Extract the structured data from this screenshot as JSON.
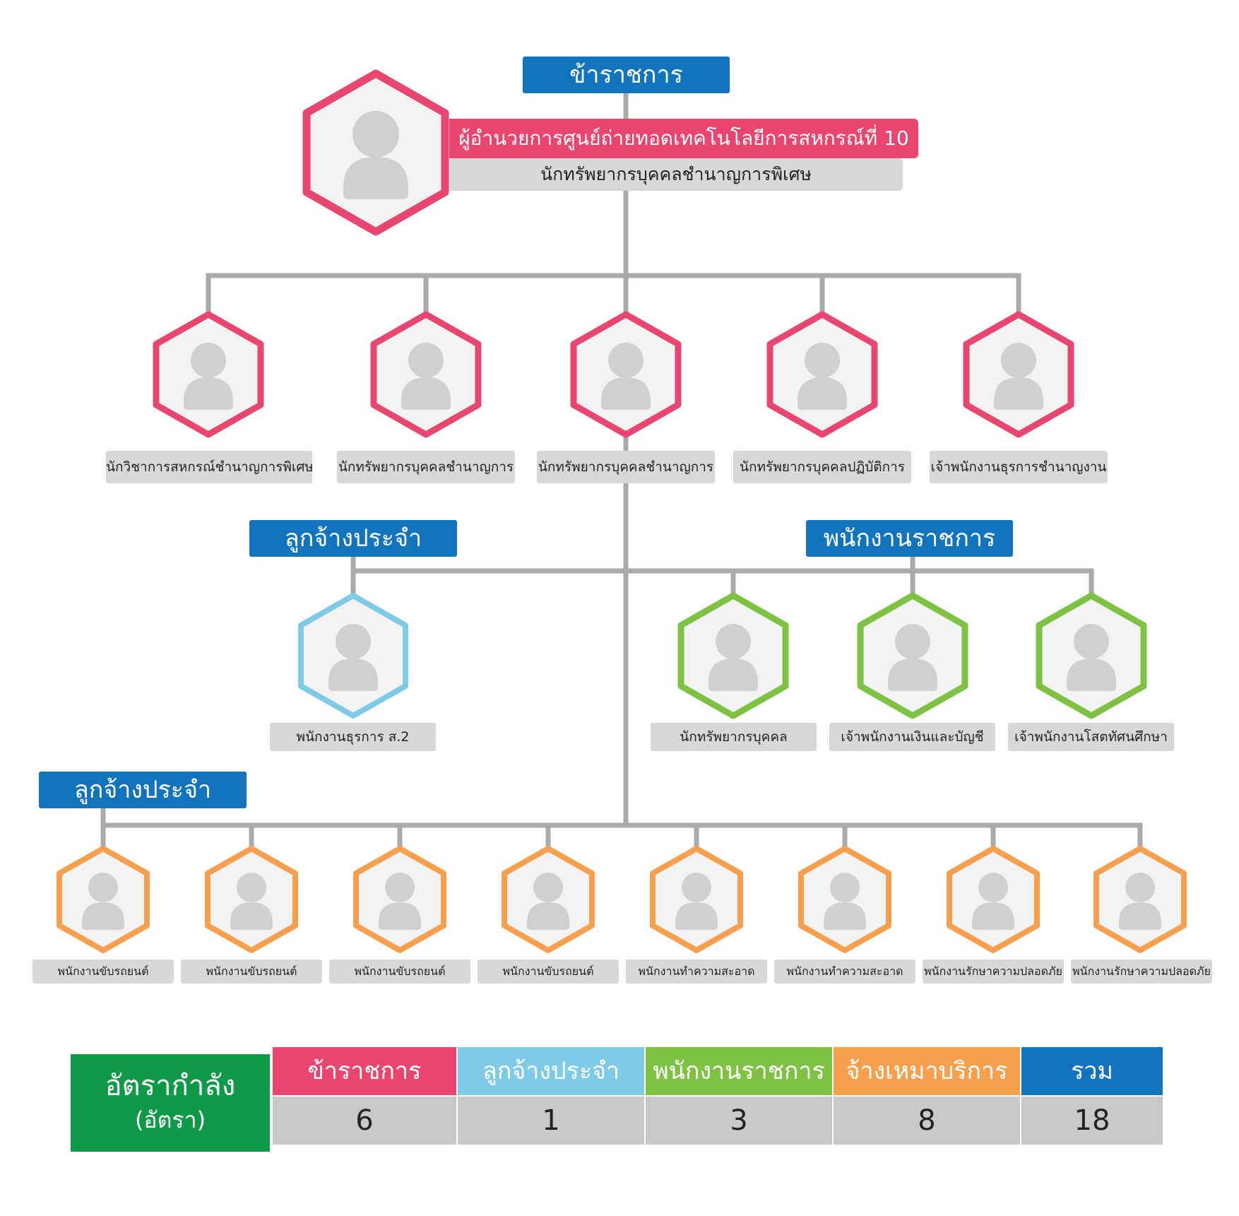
{
  "headers": {
    "government": "ข้าราชการ",
    "permanent_1": "ลูกจ้างประจำ",
    "gov_employee": "พนักงานราชการ",
    "permanent_2": "ลูกจ้างประจำ"
  },
  "director": {
    "title": "ผู้อำนวยการศูนย์ถ่ายทอดเทคโนโลยีการสหกรณ์ที่ 10",
    "position": "นักทรัพยากรบุคคลชำนาญการพิเศษ"
  },
  "row1": [
    "นักวิชาการสหกรณ์ชำนาญการพิเศษ",
    "นักทรัพยากรบุคคลชำนาญการ",
    "นักทรัพยากรบุคคลชำนาญการ",
    "นักทรัพยากรบุคคลปฏิบัติการ",
    "เจ้าพนักงานธุรการชำนาญงาน"
  ],
  "row2_permanent": [
    "พนักงานธุรการ ส.2"
  ],
  "row2_gov": [
    "นักทรัพยากรบุคคล",
    "เจ้าพนักงานเงินและบัญชี",
    "เจ้าพนักงานโสตทัศนศึกษา"
  ],
  "row3": [
    "พนักงานขับรถยนต์",
    "พนักงานขับรถยนต์",
    "พนักงานขับรถยนต์",
    "พนักงานขับรถยนต์",
    "พนักงานทำความสะอาด",
    "พนักงานทำความสะอาด",
    "พนักงานรักษาความปลอดภัย",
    "พนักงานรักษาความปลอดภัย"
  ],
  "summary": {
    "label_line1": "อัตรากำลัง",
    "label_line2": "(อัตรา)",
    "columns": [
      {
        "name": "ข้าราชการ",
        "value": "6",
        "color": "#e8466e"
      },
      {
        "name": "ลูกจ้างประจำ",
        "value": "1",
        "color": "#7ecbe8"
      },
      {
        "name": "พนักงานราชการ",
        "value": "3",
        "color": "#7dc242"
      },
      {
        "name": "จ้างเหมาบริการ",
        "value": "8",
        "color": "#f6a04d"
      },
      {
        "name": "รวม",
        "value": "18",
        "color": "#1174bd"
      }
    ]
  },
  "colors": {
    "pink": "#e8466e",
    "blue_light": "#7ecbe8",
    "green": "#7dc242",
    "orange": "#f6a04d",
    "header_blue": "#1174bd",
    "connector": "#a9aaac"
  }
}
